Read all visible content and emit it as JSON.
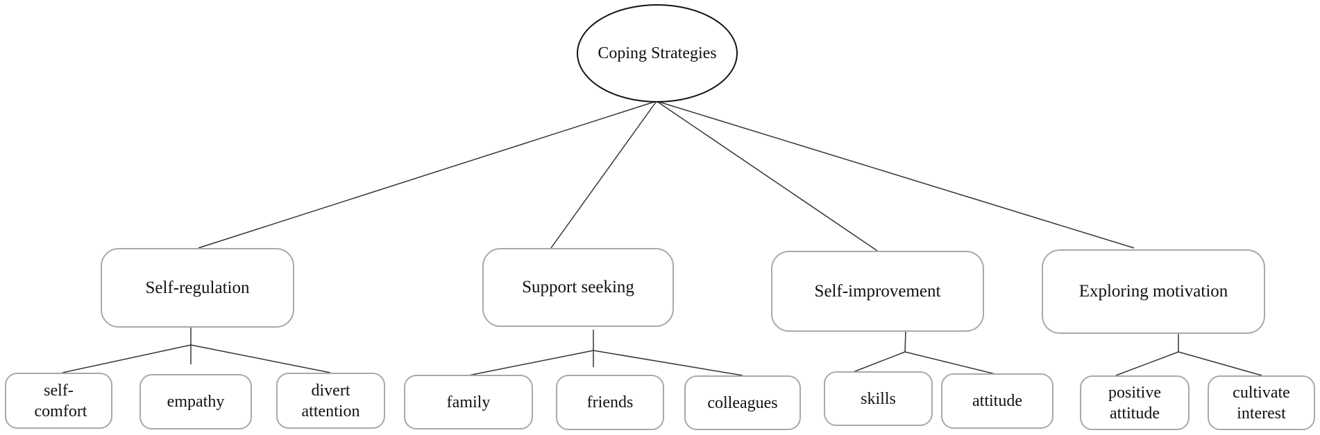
{
  "diagram": {
    "root": {
      "label": "Coping Strategies"
    },
    "categories": [
      {
        "label": "Self-regulation",
        "children": [
          "self-comfort",
          "empathy",
          "divert attention"
        ]
      },
      {
        "label": "Support seeking",
        "children": [
          "family",
          "friends",
          "colleagues"
        ]
      },
      {
        "label": "Self-improvement",
        "children": [
          "skills",
          "attitude"
        ]
      },
      {
        "label": "Exploring motivation",
        "children": [
          "positive attitude",
          "cultivate interest"
        ]
      }
    ]
  }
}
